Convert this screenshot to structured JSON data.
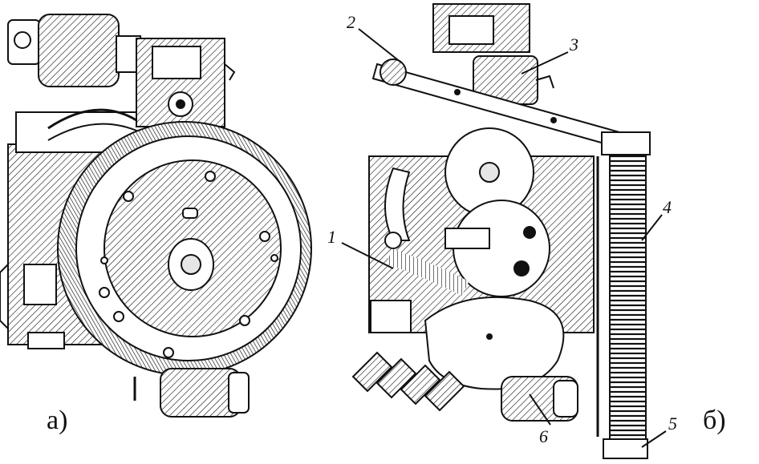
{
  "panels": {
    "a": {
      "label": "а)"
    },
    "b": {
      "label": "б)"
    }
  },
  "callouts": [
    {
      "id": "1",
      "text": "1"
    },
    {
      "id": "2",
      "text": "2"
    },
    {
      "id": "3",
      "text": "3"
    },
    {
      "id": "4",
      "text": "4"
    },
    {
      "id": "5",
      "text": "5"
    },
    {
      "id": "6",
      "text": "6"
    }
  ]
}
